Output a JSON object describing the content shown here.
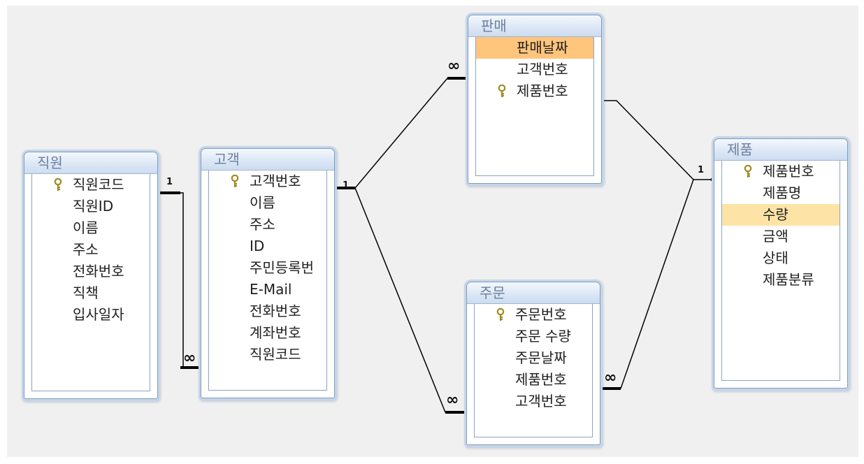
{
  "tables": {
    "employee": {
      "title": "직원",
      "fields": [
        "직원코드",
        "직원ID",
        "이름",
        "주소",
        "전화번호",
        "직책",
        "입사일자"
      ]
    },
    "customer": {
      "title": "고객",
      "fields": [
        "고객번호",
        "이름",
        "주소",
        "ID",
        "주민등록번",
        "E-Mail",
        "전화번호",
        "계좌번호",
        "직원코드"
      ]
    },
    "sales": {
      "title": "판매",
      "fields": [
        "판매날짜",
        "고객번호",
        "제품번호"
      ]
    },
    "order": {
      "title": "주문",
      "fields": [
        "주문번호",
        "주문 수량",
        "주문날짜",
        "제품번호",
        "고객번호"
      ]
    },
    "product": {
      "title": "제품",
      "fields": [
        "제품번호",
        "제품명",
        "수량",
        "금액",
        "상태",
        "제품분류"
      ]
    }
  },
  "cardinality": {
    "one": "1",
    "many": "∞"
  },
  "colors": {
    "selected_field": "#ffc57d",
    "highlight_field": "#fde4a6",
    "title_text": "#6c7f9d",
    "border": "#7f9db9"
  },
  "icons": {
    "primary_key": "key-icon"
  }
}
